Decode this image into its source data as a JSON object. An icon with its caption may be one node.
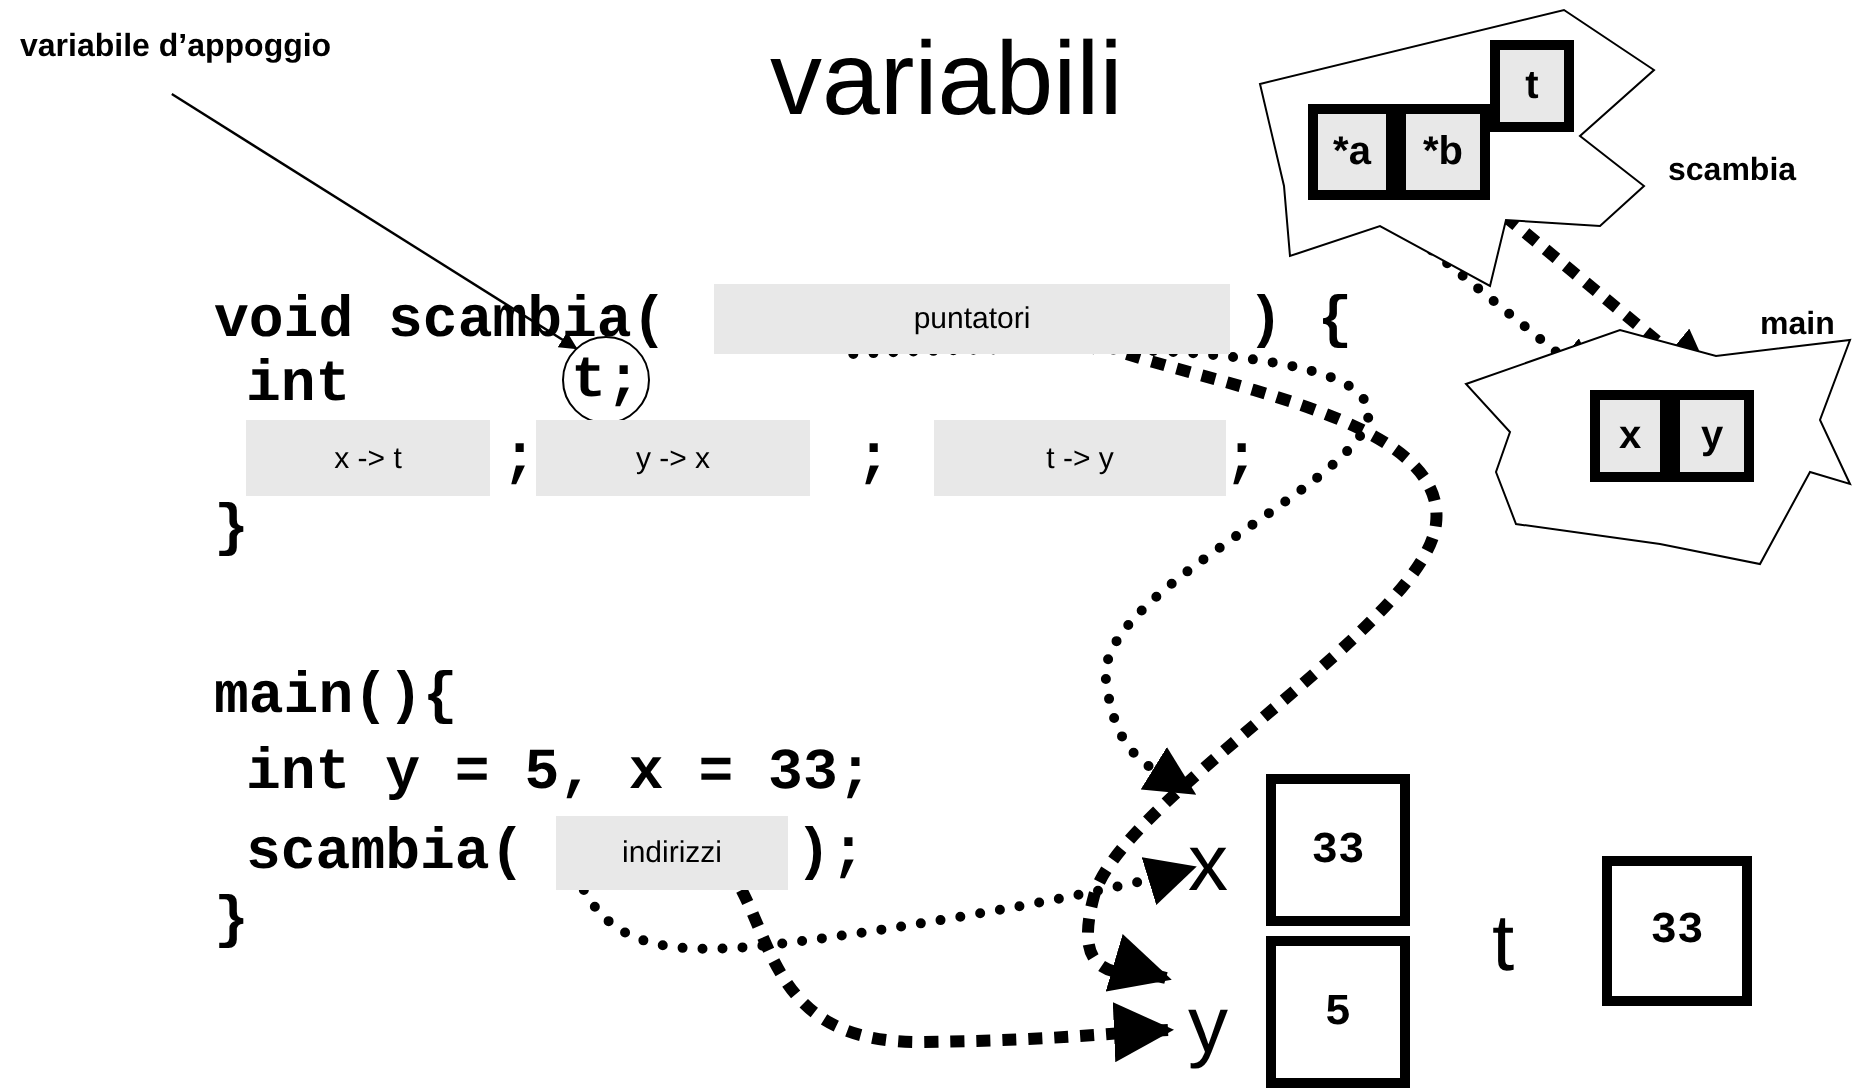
{
  "diagram": {
    "title": "variabili",
    "nodes": [
      {
        "text": [
          "variabile d’appoggio"
        ]
      },
      {
        "text": [
          "t;"
        ]
      },
      {
        "text": [
          "puntatori"
        ]
      },
      {
        "text": [
          "x -> t"
        ]
      },
      {
        "text": [
          "y -> x"
        ]
      },
      {
        "text": [
          "t -> y"
        ]
      },
      {
        "text": [
          "indirizzi"
        ]
      },
      {
        "text": [],
        "shape": "cloud",
        "beside": [
          "scambia"
        ]
      },
      {
        "text": [
          "*a"
        ],
        "in": 7
      },
      {
        "text": [
          "*b"
        ],
        "in": 7
      },
      {
        "text": [
          "t"
        ],
        "in": 7
      },
      {
        "text": [],
        "shape": "cloud",
        "beside": [
          "main"
        ]
      },
      {
        "text": [
          "x"
        ],
        "in": 11
      },
      {
        "text": [
          "y"
        ],
        "in": 11
      },
      {
        "text": [
          "33"
        ],
        "beside": [
          "x"
        ]
      },
      {
        "text": [
          "5"
        ],
        "beside": [
          "y"
        ]
      },
      {
        "text": [
          "33"
        ],
        "beside": [
          "t"
        ]
      }
    ],
    "edges": [
      {
        "from": 0,
        "to": 1,
        "arrow": "to"
      },
      {
        "from": 8,
        "to": 12,
        "arrow": "to",
        "style": "dashed"
      },
      {
        "from": 9,
        "to": 13,
        "arrow": "to",
        "style": "dashed"
      },
      {
        "from": 2,
        "to": 14,
        "arrow": "to",
        "style": "dashed"
      },
      {
        "from": 2,
        "to": 15,
        "arrow": "to",
        "style": "dashed"
      },
      {
        "from": 6,
        "to": 14,
        "arrow": "to",
        "style": "dashed"
      },
      {
        "from": 6,
        "to": 15,
        "arrow": "to",
        "style": "dashed"
      }
    ],
    "labels": [
      "void scambia(",
      ") {",
      "int",
      ";",
      ";",
      ";",
      "}",
      "main(){",
      "int y = 5, x = 33;",
      "scambia(",
      ");",
      "}"
    ]
  }
}
